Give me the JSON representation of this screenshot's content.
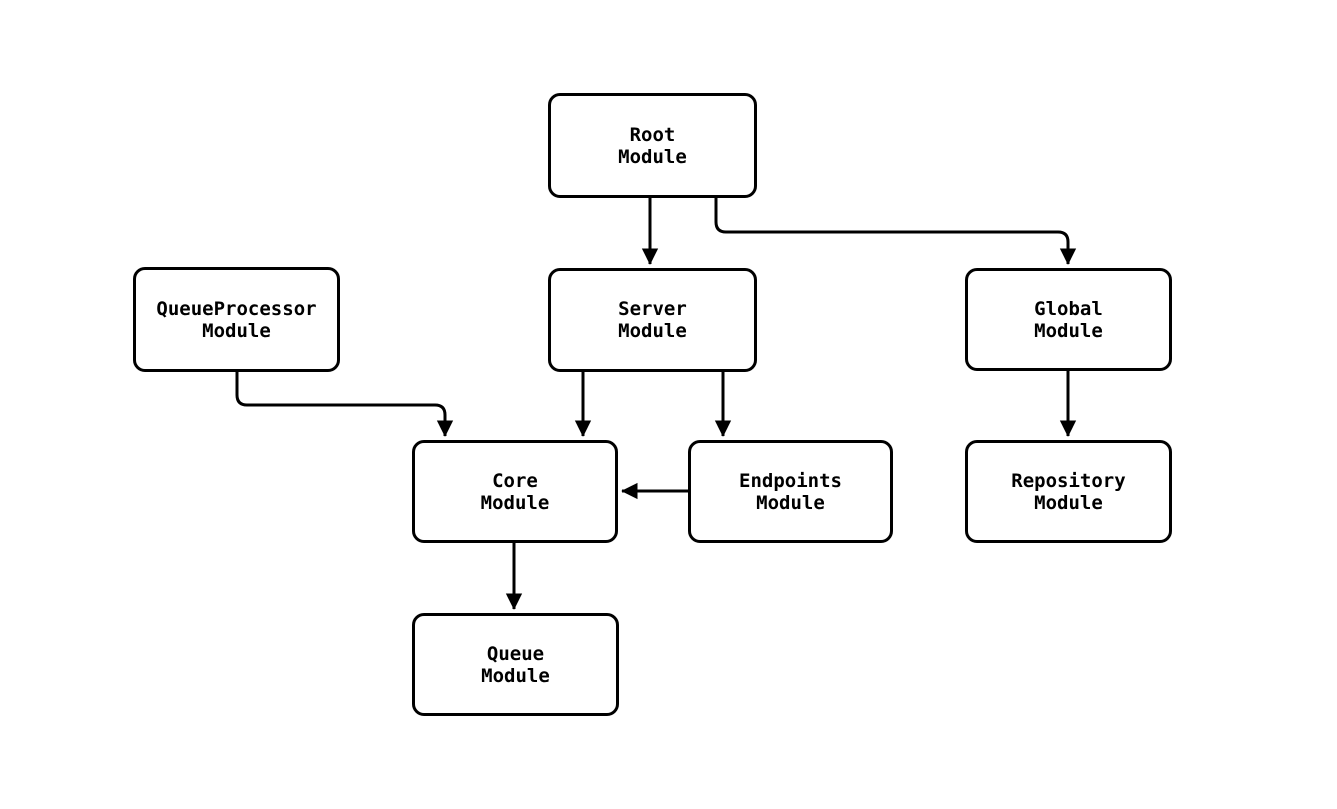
{
  "diagram": {
    "type": "module-dependency-flowchart",
    "colors": {
      "background": "#ffffff",
      "node_fill": "#ffffff",
      "node_stroke": "#000000",
      "edge_stroke": "#000000",
      "text": "#000000"
    },
    "nodes": [
      {
        "id": "root",
        "line1": "Root",
        "line2": "Module"
      },
      {
        "id": "queueprocessor",
        "line1": "QueueProcessor",
        "line2": "Module"
      },
      {
        "id": "server",
        "line1": "Server",
        "line2": "Module"
      },
      {
        "id": "global",
        "line1": "Global",
        "line2": "Module"
      },
      {
        "id": "core",
        "line1": "Core",
        "line2": "Module"
      },
      {
        "id": "endpoints",
        "line1": "Endpoints",
        "line2": "Module"
      },
      {
        "id": "repository",
        "line1": "Repository",
        "line2": "Module"
      },
      {
        "id": "queue",
        "line1": "Queue",
        "line2": "Module"
      }
    ],
    "edges": [
      {
        "from": "root",
        "to": "server"
      },
      {
        "from": "root",
        "to": "global"
      },
      {
        "from": "queueprocessor",
        "to": "core"
      },
      {
        "from": "server",
        "to": "core"
      },
      {
        "from": "server",
        "to": "endpoints"
      },
      {
        "from": "endpoints",
        "to": "core"
      },
      {
        "from": "global",
        "to": "repository"
      },
      {
        "from": "core",
        "to": "queue"
      }
    ]
  }
}
